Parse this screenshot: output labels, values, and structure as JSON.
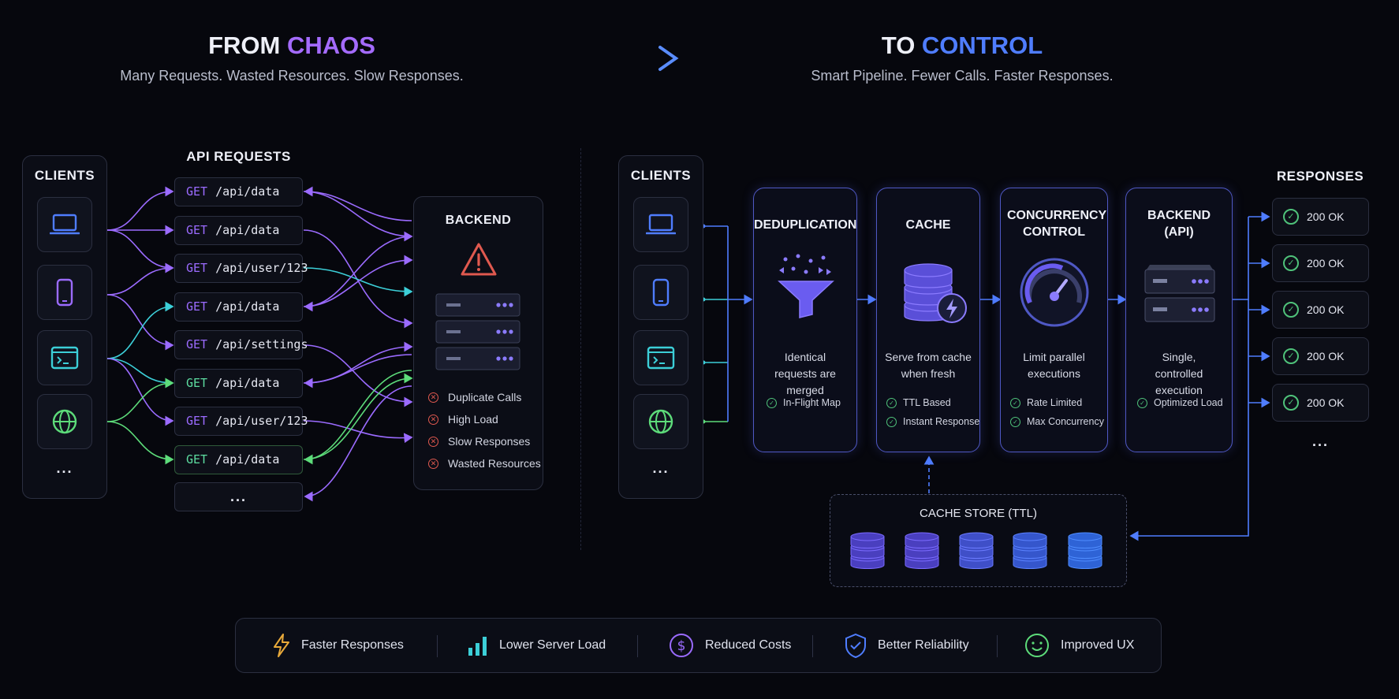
{
  "left_header": {
    "title_part1": "FROM ",
    "title_part2": "CHAOS",
    "subtitle": "Many Requests. Wasted Resources. Slow Responses."
  },
  "right_header": {
    "title_part1": "TO ",
    "title_part2": "CONTROL",
    "subtitle": "Smart Pipeline. Fewer Calls. Faster Responses."
  },
  "left": {
    "clients_label": "CLIENTS",
    "clients_more": "...",
    "requests_label": "API REQUESTS",
    "requests": [
      {
        "method": "GET",
        "path": "/api/data",
        "color": "#9b6bff"
      },
      {
        "method": "GET",
        "path": "/api/data",
        "color": "#9b6bff"
      },
      {
        "method": "GET",
        "path": "/api/user/123",
        "color": "#9b6bff"
      },
      {
        "method": "GET",
        "path": "/api/data",
        "color": "#9b6bff"
      },
      {
        "method": "GET",
        "path": "/api/settings",
        "color": "#9b6bff"
      },
      {
        "method": "GET",
        "path": "/api/data",
        "color": "#5ddca0"
      },
      {
        "method": "GET",
        "path": "/api/user/123",
        "color": "#9b6bff"
      },
      {
        "method": "GET",
        "path": "/api/data",
        "color": "#5ddca0"
      }
    ],
    "requests_more": "...",
    "backend_label": "BACKEND",
    "issues": [
      "Duplicate Calls",
      "High Load",
      "Slow Responses",
      "Wasted Resources"
    ]
  },
  "right": {
    "clients_label": "CLIENTS",
    "clients_more": "...",
    "stages": [
      {
        "title": "DEDUPLICATION",
        "desc": "Identical requests are merged",
        "features": [
          "In-Flight Map"
        ]
      },
      {
        "title": "CACHE",
        "desc": "Serve from cache when fresh",
        "features": [
          "TTL Based",
          "Instant Response"
        ]
      },
      {
        "title": "CONCURRENCY CONTROL",
        "desc": "Limit parallel executions",
        "features": [
          "Rate Limited",
          "Max Concurrency"
        ]
      },
      {
        "title": "BACKEND (API)",
        "desc": "Single, controlled execution",
        "features": [
          "Optimized Load"
        ]
      }
    ],
    "responses_label": "RESPONSES",
    "responses": [
      "200 OK",
      "200 OK",
      "200 OK",
      "200 OK",
      "200 OK"
    ],
    "responses_more": "...",
    "cache_store_label": "CACHE STORE (TTL)"
  },
  "benefits": [
    "Faster Responses",
    "Lower Server Load",
    "Reduced Costs",
    "Better Reliability",
    "Improved UX"
  ],
  "colors": {
    "purple": "#9b6bff",
    "blue": "#4f7dff",
    "teal": "#3ccfd8",
    "green": "#5ddc7a",
    "red": "#e0594f",
    "accent_chaos": "#a46bff",
    "accent_control": "#4f7dff"
  }
}
